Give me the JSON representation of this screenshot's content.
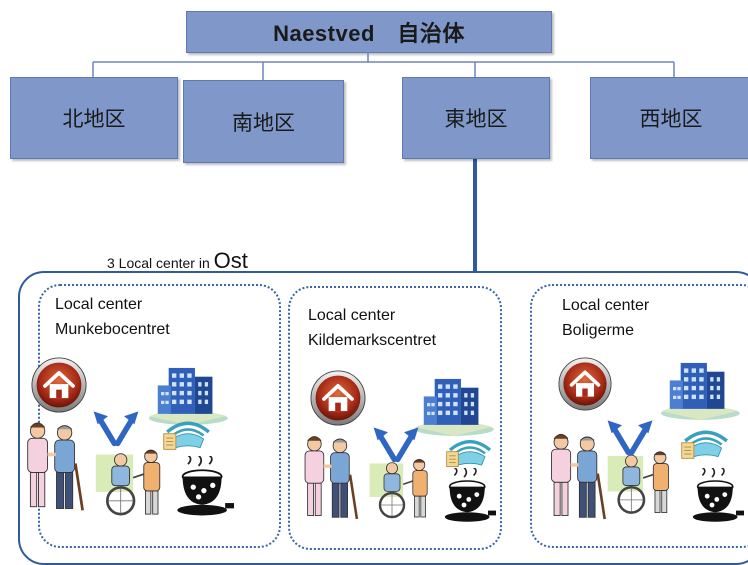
{
  "top_box": {
    "label": "Naestved　自治体"
  },
  "districts": [
    {
      "label": "北地区"
    },
    {
      "label": "南地区"
    },
    {
      "label": "東地区"
    },
    {
      "label": "西地区"
    }
  ],
  "caption": {
    "prefix": "3 Local center in ",
    "emphasis": "Ost"
  },
  "centers": [
    {
      "line1": "Local center",
      "line2": "Munkebocentret"
    },
    {
      "line1": "Local center",
      "line2": "Kildemarkscentret"
    },
    {
      "line1": "Local center",
      "line2": "Boligerme"
    }
  ],
  "colors": {
    "box_fill": "#7f98c9",
    "line": "#2f5a9e",
    "dots": "#3a64b0",
    "home_button": "#b2331d"
  },
  "icons": [
    "home-icon",
    "building-icon",
    "arrows-icon",
    "caregiver-icon",
    "wheelchair-icon",
    "phone-icon",
    "pot-icon"
  ]
}
